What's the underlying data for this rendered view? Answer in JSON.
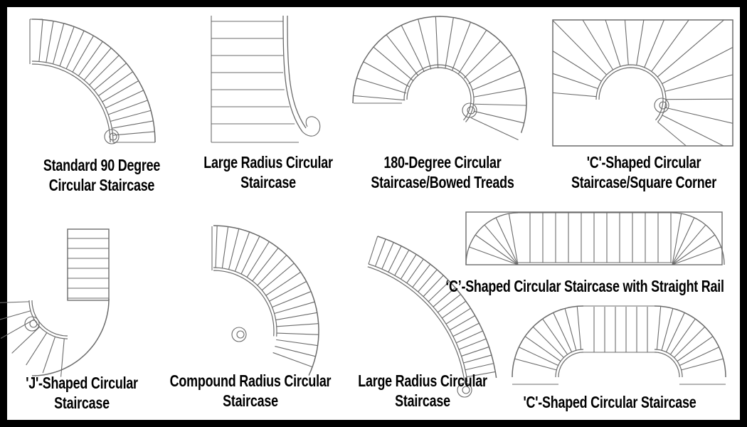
{
  "diagrams": [
    {
      "id": "standard-90",
      "lines": [
        "Standard 90 Degree",
        "Circular Staircase"
      ]
    },
    {
      "id": "large-radius-1",
      "lines": [
        "Large Radius Circular",
        "Staircase"
      ]
    },
    {
      "id": "180-degree",
      "lines": [
        "180-Degree Circular",
        "Staircase/Bowed Treads"
      ]
    },
    {
      "id": "c-square-corner",
      "lines": [
        "'C'-Shaped Circular",
        "Staircase/Square Corner"
      ]
    },
    {
      "id": "j-shaped",
      "lines": [
        "'J'-Shaped Circular",
        "Staircase"
      ]
    },
    {
      "id": "compound-radius",
      "lines": [
        "Compound Radius Circular",
        "Staircase"
      ]
    },
    {
      "id": "large-radius-2",
      "lines": [
        "Large Radius Circular",
        "Staircase"
      ]
    },
    {
      "id": "c-straight-rail",
      "lines": [
        "‘C’-Shaped Circular Staircase with Straight Rail"
      ]
    },
    {
      "id": "c-shaped",
      "lines": [
        "'C'-Shaped Circular Staircase"
      ]
    }
  ],
  "colors": {
    "frame": "#000000",
    "background": "#ffffff",
    "line": "#6b6b6b"
  }
}
